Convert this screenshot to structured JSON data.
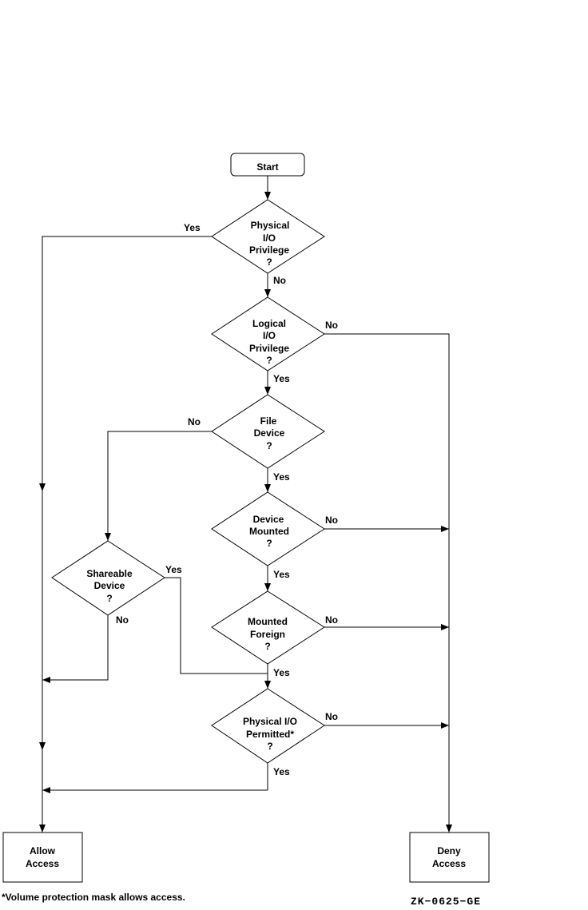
{
  "nodes": {
    "start": "Start",
    "physical_io_privilege": [
      "Physical",
      "I/O",
      "Privilege",
      "?"
    ],
    "logical_io_privilege": [
      "Logical",
      "I/O",
      "Privilege",
      "?"
    ],
    "file_device": [
      "File",
      "Device",
      "?"
    ],
    "device_mounted": [
      "Device",
      "Mounted",
      "?"
    ],
    "shareable_device": [
      "Shareable",
      "Device",
      "?"
    ],
    "mounted_foreign": [
      "Mounted",
      "Foreign",
      "?"
    ],
    "physical_io_permitted": [
      "Physical I/O",
      "Permitted*",
      "?"
    ],
    "allow_access": [
      "Allow",
      "Access"
    ],
    "deny_access": [
      "Deny",
      "Access"
    ]
  },
  "edge_labels": {
    "physical_io_privilege_yes": "Yes",
    "physical_io_privilege_no": "No",
    "logical_io_privilege_no": "No",
    "logical_io_privilege_yes": "Yes",
    "file_device_no": "No",
    "file_device_yes": "Yes",
    "device_mounted_no": "No",
    "device_mounted_yes": "Yes",
    "shareable_device_yes": "Yes",
    "shareable_device_no": "No",
    "mounted_foreign_no": "No",
    "mounted_foreign_yes": "Yes",
    "physical_io_permitted_no": "No",
    "physical_io_permitted_yes": "Yes"
  },
  "footnote": "*Volume protection mask allows access.",
  "figure_id": "ZK−0625−GE"
}
